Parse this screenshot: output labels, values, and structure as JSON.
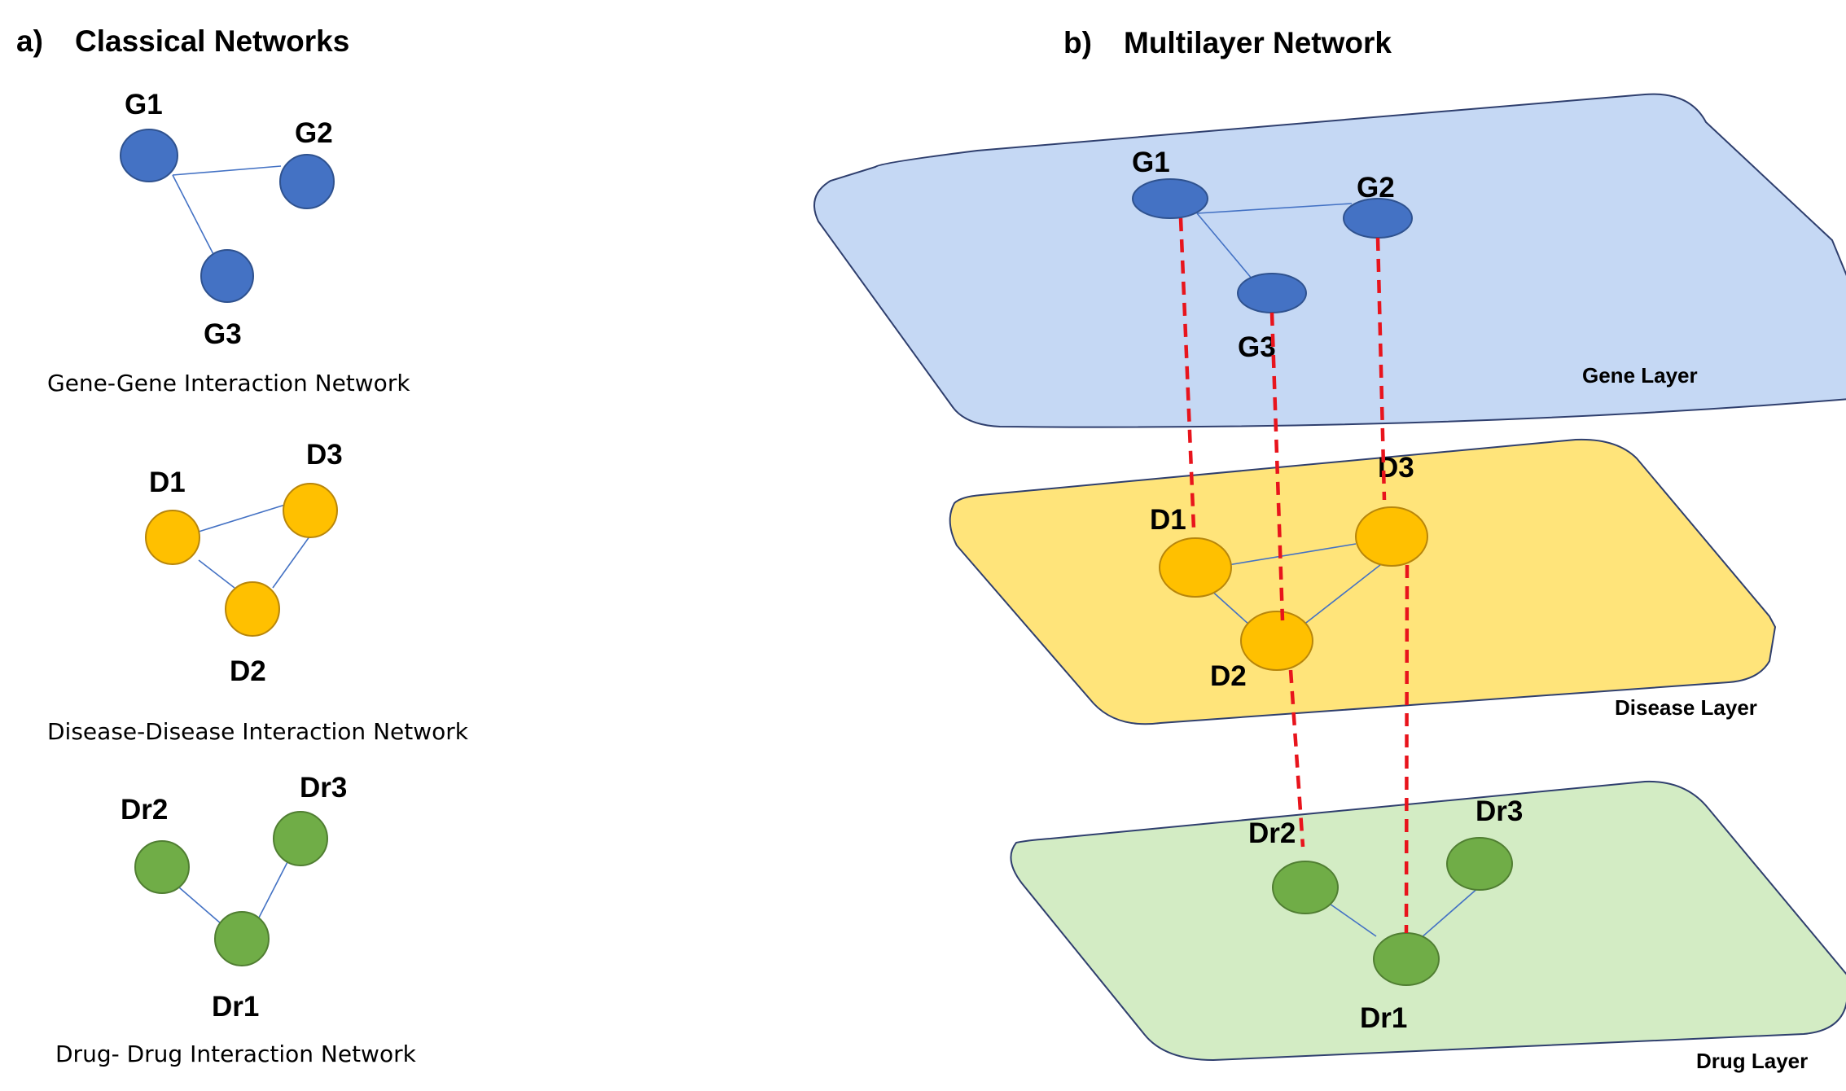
{
  "panels": {
    "a": {
      "tag": "a)",
      "title": "Classical Networks"
    },
    "b": {
      "tag": "b)",
      "title": "Multilayer Network"
    }
  },
  "classical": {
    "gene": {
      "caption": "Gene-Gene Interaction Network",
      "nodes": {
        "n1": "G1",
        "n2": "G2",
        "n3": "G3"
      }
    },
    "disease": {
      "caption": "Disease-Disease Interaction Network",
      "nodes": {
        "n1": "D1",
        "n2": "D2",
        "n3": "D3"
      }
    },
    "drug": {
      "caption": "Drug- Drug Interaction  Network",
      "nodes": {
        "n1": "Dr1",
        "n2": "Dr2",
        "n3": "Dr3"
      }
    }
  },
  "multilayer": {
    "gene_layer": {
      "label": "Gene Layer",
      "nodes": {
        "n1": "G1",
        "n2": "G2",
        "n3": "G3"
      }
    },
    "disease_layer": {
      "label": "Disease Layer",
      "nodes": {
        "n1": "D1",
        "n2": "D2",
        "n3": "D3"
      }
    },
    "drug_layer": {
      "label": "Drug Layer",
      "nodes": {
        "n1": "Dr1",
        "n2": "Dr2",
        "n3": "Dr3"
      }
    }
  },
  "colors": {
    "gene_node": "#4472c4",
    "gene_node_stroke": "#2f528f",
    "disease_node": "#ffc000",
    "disease_node_stroke": "#b8860b",
    "drug_node": "#70ad47",
    "drug_node_stroke": "#507e32",
    "gene_plane": "#c5d8f4",
    "disease_plane": "#ffe47a",
    "drug_plane": "#d3ecc4",
    "plane_stroke": "#2f3f6e",
    "intra_edge": "#4472c4",
    "inter_edge": "#e8141c"
  }
}
